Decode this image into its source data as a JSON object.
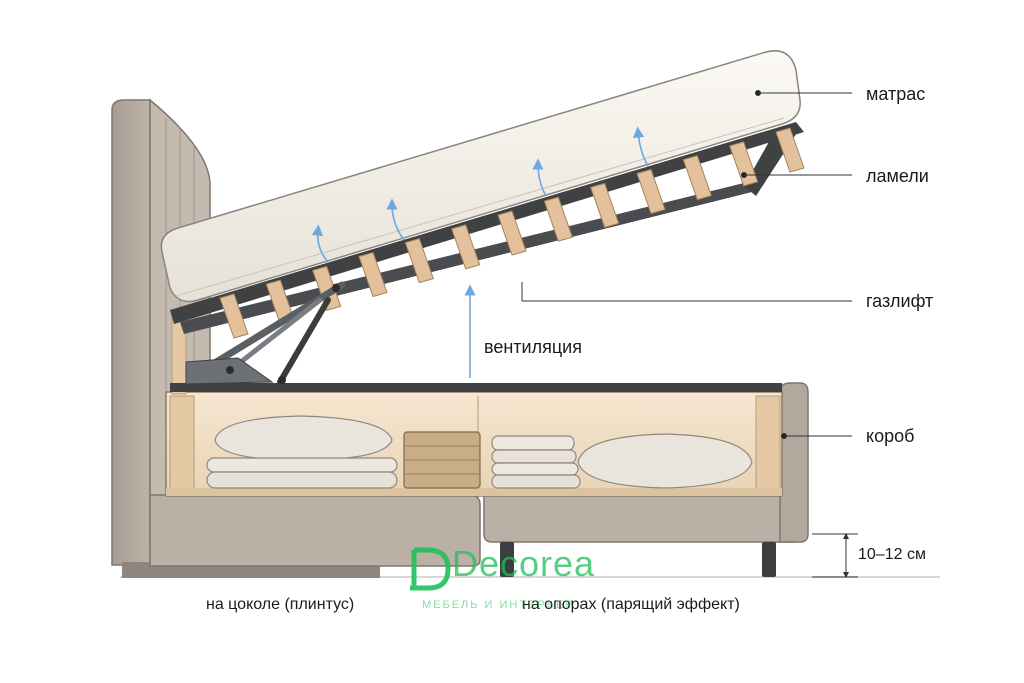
{
  "labels": {
    "mattress": "матрас",
    "slats": "ламели",
    "gaslift": "газлифт",
    "ventilation": "вентиляция",
    "box": "короб",
    "leg_height": "10–12 см"
  },
  "captions": {
    "plinth": "на цоколе (плинтус)",
    "legs": "на опорах (парящий эффект)"
  },
  "watermark": {
    "brand": "Decorea",
    "tagline": "МЕБЕЛЬ И ИНТЕРЬЕР"
  },
  "colors": {
    "upholstery": "#b9afa6",
    "upholstery_dark": "#8f857c",
    "mattress": "#f1ede5",
    "frame": "#3f4143",
    "slat": "#e2c19c",
    "plywood": "#efd9bc",
    "arrow": "#6fa8dc",
    "watermark": "#20c05a"
  }
}
